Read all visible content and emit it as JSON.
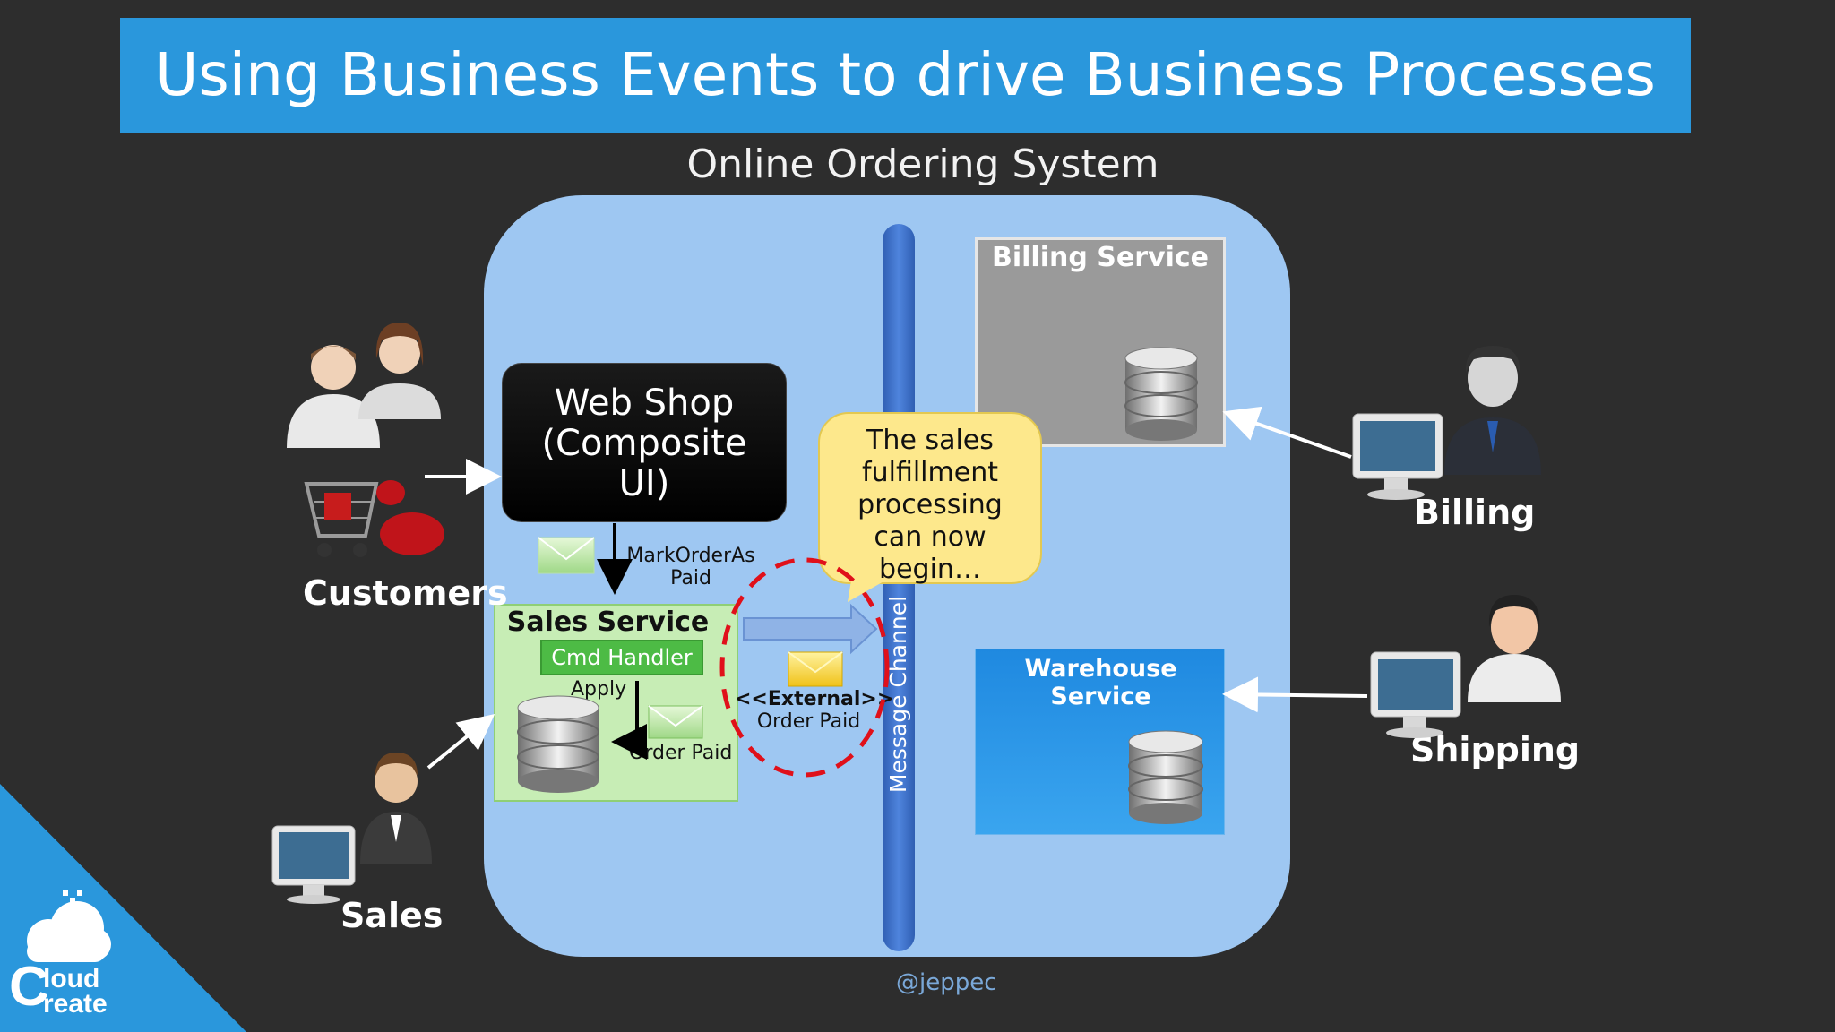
{
  "title": "Using Business Events to drive Business Processes",
  "subtitle": "Online Ordering System",
  "channel_label": "Message Channel",
  "billing_service": "Billing Service",
  "warehouse_service": "Warehouse Service",
  "web_shop": [
    "Web Shop",
    "(Composite",
    "UI)"
  ],
  "mark_order": [
    "MarkOrderAs",
    "Paid"
  ],
  "sales_service": "Sales Service",
  "cmd_handler": "Cmd Handler",
  "apply": "Apply",
  "order_paid_internal": "Order Paid",
  "external_event": [
    "<<External>>",
    "Order Paid"
  ],
  "callout": [
    "The sales",
    "fulfillment",
    "processing",
    "can now",
    "begin…"
  ],
  "actors": {
    "customers": "Customers",
    "sales": "Sales",
    "billing": "Billing",
    "shipping": "Shipping"
  },
  "handle": "@jeppec",
  "logo_text": [
    "loud",
    "reate"
  ],
  "colors": {
    "title_bar": "#2a97dc",
    "system_box": "#9ec7f2",
    "channel": "#3a6fc9",
    "billing_box": "#9a9a9a",
    "warehouse_box": "#2b95e6",
    "sales_box": "#c7edb5",
    "callout": "#fde88c",
    "event_ring": "#e0101a"
  }
}
